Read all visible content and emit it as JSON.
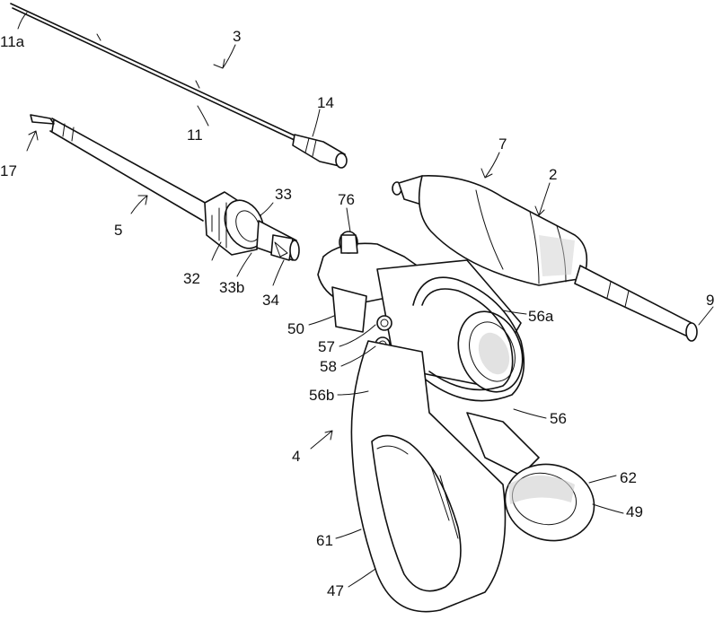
{
  "labels": {
    "l11a": "11a",
    "l3": "3",
    "l11": "11",
    "l14": "14",
    "l17": "17",
    "l5": "5",
    "l33": "33",
    "l76": "76",
    "l7": "7",
    "l2": "2",
    "l32": "32",
    "l33b": "33b",
    "l34": "34",
    "l9": "9",
    "l50": "50",
    "l56a": "56a",
    "l57": "57",
    "l58": "58",
    "l56b": "56b",
    "l56": "56",
    "l4": "4",
    "l62": "62",
    "l49": "49",
    "l61": "61",
    "l47": "47"
  }
}
